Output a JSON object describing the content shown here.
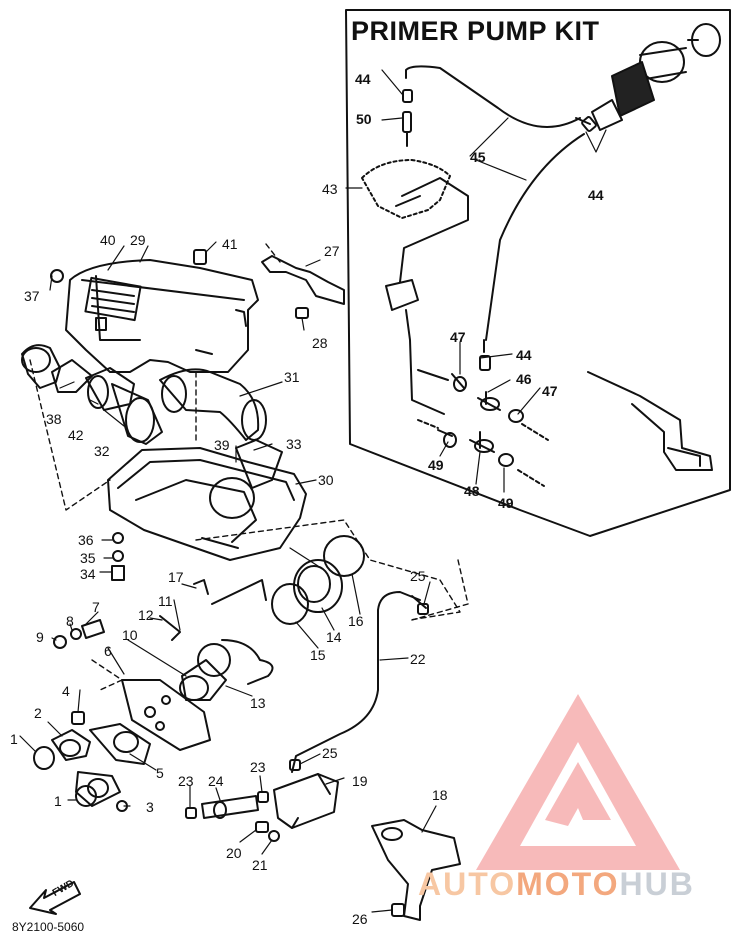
{
  "kit_title": "PRIMER PUMP KIT",
  "document_code": "8Y2100-5060",
  "fwd_label": "FWD",
  "watermark": {
    "auto": "AUTO",
    "moto": "MOTO",
    "hub": "HUB",
    "red": "#f25b5b",
    "orange": "#f3a87e"
  },
  "labels": {
    "p1a": "1",
    "p1b": "1",
    "p2": "2",
    "p3": "3",
    "p4": "4",
    "p5": "5",
    "p6": "6",
    "p7": "7",
    "p8": "8",
    "p9": "9",
    "p10": "10",
    "p11": "11",
    "p12": "12",
    "p13": "13",
    "p14": "14",
    "p15": "15",
    "p16": "16",
    "p17": "17",
    "p18": "18",
    "p19": "19",
    "p20": "20",
    "p21": "21",
    "p22": "22",
    "p23a": "23",
    "p23b": "23",
    "p24": "24",
    "p25a": "25",
    "p25b": "25",
    "p26": "26",
    "p27": "27",
    "p28": "28",
    "p29": "29",
    "p30": "30",
    "p31": "31",
    "p32": "32",
    "p33": "33",
    "p34": "34",
    "p35": "35",
    "p36": "36",
    "p37": "37",
    "p38": "38",
    "p39": "39",
    "p40": "40",
    "p41": "41",
    "p42": "42",
    "p43": "43",
    "p44a": "44",
    "p44b": "44",
    "p44c": "44",
    "p45": "45",
    "p46": "46",
    "p47a": "47",
    "p47b": "47",
    "p48": "48",
    "p49a": "49",
    "p49b": "49",
    "p50": "50"
  }
}
